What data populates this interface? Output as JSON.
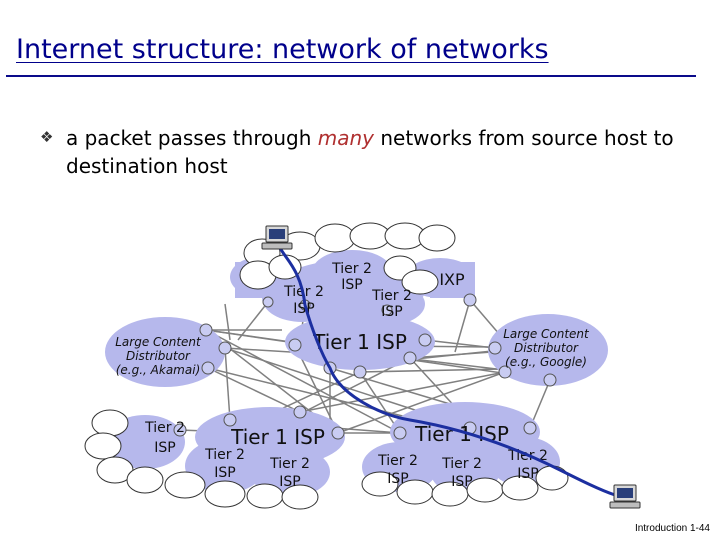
{
  "slide": {
    "title": "Internet structure: network of networks",
    "bullet_before": "a packet passes through ",
    "bullet_emphasis": "many",
    "bullet_after": " networks from source host to destination host",
    "footer": "Introduction 1-44"
  },
  "diagram": {
    "labels": {
      "tier1_center": "Tier 1 ISP",
      "tier1_left": "Tier 1 ISP",
      "tier1_right": "Tier 1 ISP",
      "tier2": "Tier 2",
      "isp": "ISP",
      "ixp": "IXP",
      "cdn_line1": "Large Content",
      "cdn_line2": "Distributor",
      "cdn_left_line3": "(e.g., Akamai)",
      "cdn_right_line3": "(e.g., Google)"
    },
    "colors": {
      "network_cloud": "#b6b8ec",
      "access_net": "#ffffff",
      "router": "#c9ccf2",
      "link": "#808080",
      "packet_path": "#1c2fa0",
      "title": "#00008b",
      "emphasis": "#b03030"
    },
    "icons": {
      "source_host": "computer-icon",
      "destination_host": "computer-icon"
    }
  }
}
